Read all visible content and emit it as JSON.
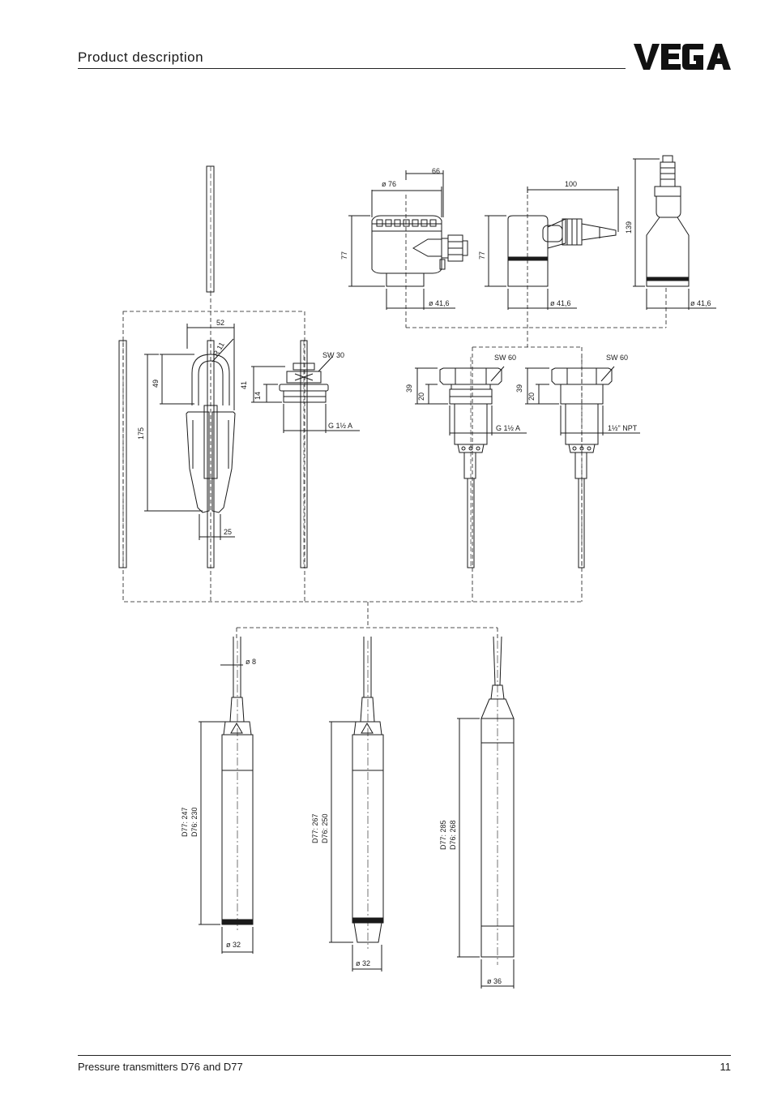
{
  "header": {
    "title": "Product  description",
    "logo": "VEGA"
  },
  "footer": {
    "doc_title": "Pressure transmitters D76 and D77",
    "page_number": "11"
  },
  "dimensions": {
    "housing_plastic": {
      "width": "66",
      "diameter": "ø 76",
      "height": "77",
      "base": "ø 41,6"
    },
    "housing_connector": {
      "width": "100",
      "height": "77",
      "base": "ø 41,6"
    },
    "housing_plug": {
      "height": "139",
      "base": "ø 41,6"
    },
    "suspension_clamp": {
      "width": "52",
      "radius": "R 11",
      "h1": "49",
      "h2": "175",
      "w2": "25"
    },
    "thread_g": {
      "sw": "SW 30",
      "h1": "41",
      "h2": "14",
      "thread": "G 1½ A"
    },
    "flange_g": {
      "sw": "SW 60",
      "h1": "39",
      "h2": "20",
      "thread": "G 1½ A"
    },
    "flange_npt": {
      "sw": "SW 60",
      "h1": "39",
      "h2": "20",
      "thread": "1½\" NPT"
    },
    "probe1": {
      "cable": "ø 8",
      "len_d77": "D77: 247",
      "len_d76": "D76: 230",
      "dia": "ø 32"
    },
    "probe2": {
      "len_d77": "D77: 267",
      "len_d76": "D76: 250",
      "dia": "ø 32"
    },
    "probe3": {
      "len_d77": "D77: 285",
      "len_d76": "D76: 268",
      "dia": "ø 36"
    }
  }
}
